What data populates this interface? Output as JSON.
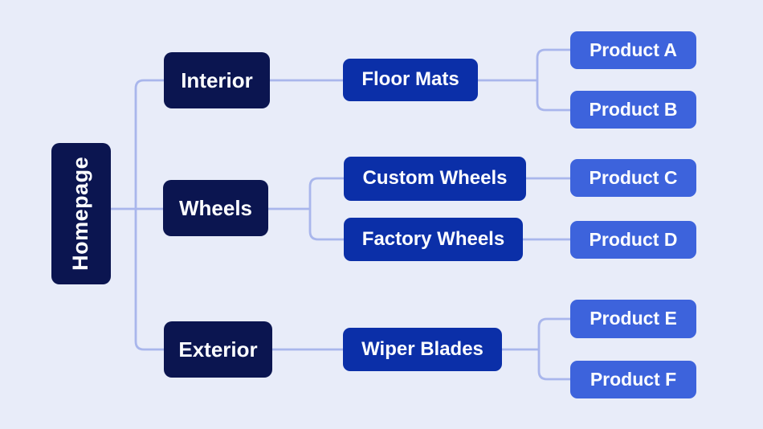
{
  "palette": {
    "page_bg": "#e8ecf9",
    "level1_bg": "#0b1550",
    "level3_bg": "#0b2fa8",
    "level4_bg": "#3d63dc",
    "connector": "#a9b6ec",
    "node_text": "#fcfdff"
  },
  "sitemap": {
    "root": {
      "label": "Homepage"
    },
    "branches": [
      {
        "label": "Interior",
        "children": [
          {
            "label": "Floor Mats",
            "products": [
              {
                "label": "Product A"
              },
              {
                "label": "Product B"
              }
            ]
          }
        ]
      },
      {
        "label": "Wheels",
        "children": [
          {
            "label": "Custom Wheels",
            "products": [
              {
                "label": "Product C"
              }
            ]
          },
          {
            "label": "Factory Wheels",
            "products": [
              {
                "label": "Product D"
              }
            ]
          }
        ]
      },
      {
        "label": "Exterior",
        "children": [
          {
            "label": "Wiper Blades",
            "products": [
              {
                "label": "Product E"
              },
              {
                "label": "Product F"
              }
            ]
          }
        ]
      }
    ]
  }
}
